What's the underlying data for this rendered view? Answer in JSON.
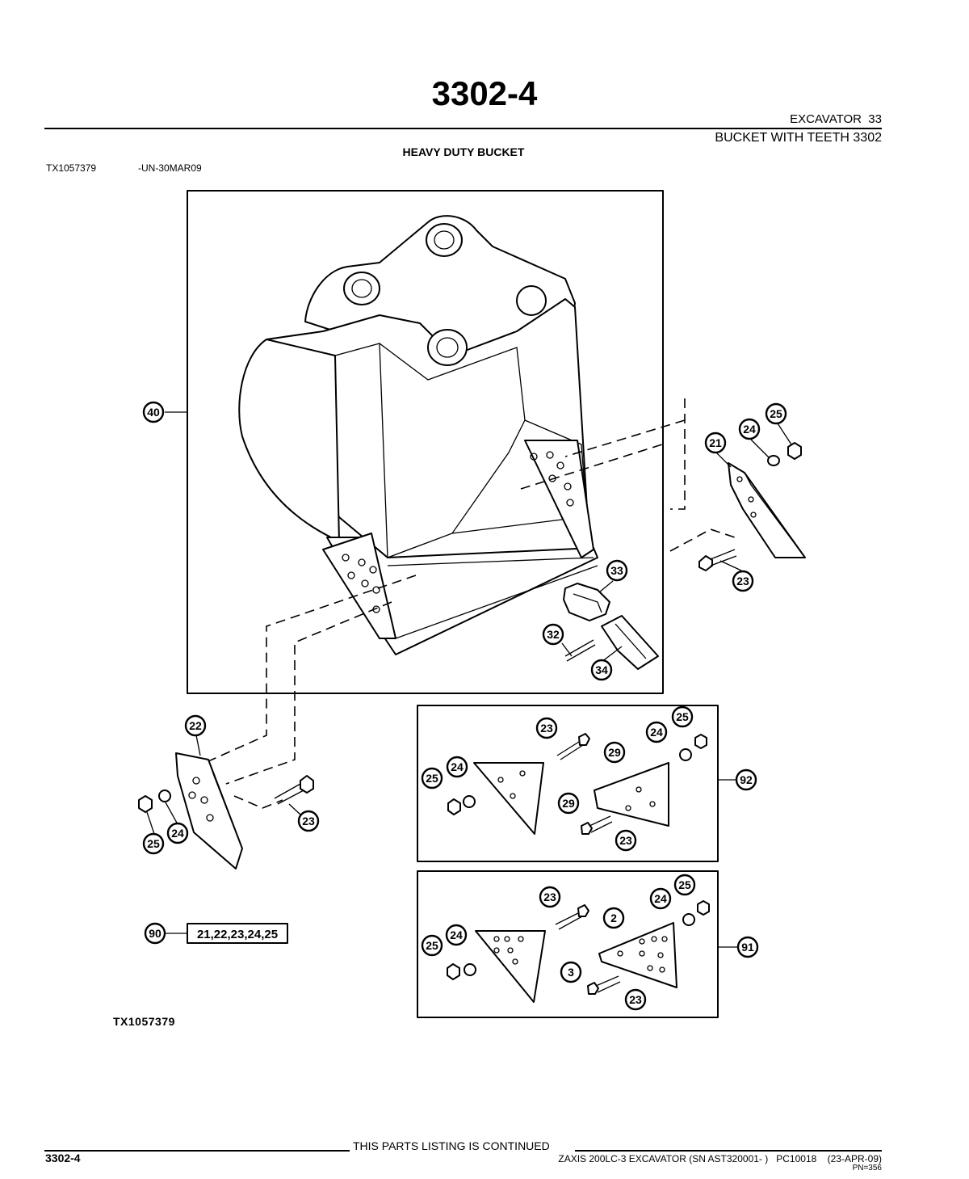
{
  "page_title": "3302-4",
  "header": {
    "group": "EXCAVATOR  33",
    "subgroup": "BUCKET WITH TEETH 3302"
  },
  "section_heading": "HEAVY DUTY BUCKET",
  "figure": {
    "id": "TX1057379",
    "date_code": "-UN-30MAR09",
    "bottom_label": "TX1057379"
  },
  "callouts": {
    "bucket": "40",
    "side_cutter_right": "21",
    "side_cutter_left": "22",
    "bolt": "23",
    "washer": "24",
    "nut": "25",
    "pin": "32",
    "adapter": "33",
    "tooth": "34",
    "cutter_kit_92_item": "29",
    "cutter_kit_91_item_a": "2",
    "cutter_kit_91_item_b": "3",
    "kit_92": "92",
    "kit_91": "91",
    "kit_90": "90",
    "kit_90_contents": "21,22,23,24,25"
  },
  "footer": {
    "continued": "THIS PARTS LISTING IS CONTINUED",
    "page": "3302-4",
    "model": "ZAXIS 200LC-3 EXCAVATOR (SN AST320001- )   PC10018    (23-APR-09)",
    "pn": "PN=356"
  }
}
